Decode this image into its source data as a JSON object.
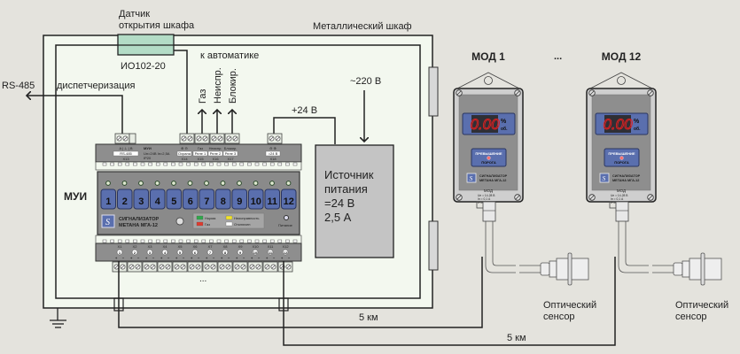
{
  "labels": {
    "door_sensor_caption_line1": "Датчик",
    "door_sensor_caption_line2": "открытия шкафа",
    "door_sensor_model": "ИО102-20",
    "cabinet": "Металлический шкаф",
    "rs485": "RS-485",
    "dispatch": "диспетчеризация",
    "to_automation": "к автоматике",
    "relay_gas": "Газ",
    "relay_fault": "Неиспр.",
    "relay_block": "Блокир.",
    "plus24": "+24 В",
    "mains": "~220 В",
    "mui": "МУИ",
    "psu_line1": "Источник",
    "psu_line2": "питания",
    "psu_line3": "=24 В",
    "psu_line4": "2,5 А",
    "ellipsis_bottom": "...",
    "ellipsis_top": "...",
    "dist1": "5 км",
    "dist2": "5 км"
  },
  "mui_unit": {
    "top_blocks": [
      {
        "head": "A | ⊥ | B",
        "name": "RS-485",
        "code": "X13"
      },
      {
        "head": "⊕  ⊖",
        "name": "Охрана",
        "code": "X14"
      },
      {
        "head": "Газ",
        "name": "Реле 1",
        "code": "X15"
      },
      {
        "head": "Неиспр.",
        "name": "Реле 2",
        "code": "X16"
      },
      {
        "head": "Блокир.",
        "name": "Реле 3",
        "code": "X17"
      },
      {
        "head": "⊖  ⊕",
        "name": "=24 В",
        "code": "X18"
      }
    ],
    "model_title": "МУИ",
    "model_spec1": "Uп=24В  Iп=2,5А",
    "model_spec2": "IP20",
    "channels": [
      "1",
      "2",
      "3",
      "4",
      "5",
      "6",
      "7",
      "8",
      "9",
      "10",
      "11",
      "12"
    ],
    "brand_line1": "СИГНАЛИЗАТОР",
    "brand_line2": "МЕТАНА МГА-12",
    "legend": [
      {
        "color": "#2fa84a",
        "text": "Норма"
      },
      {
        "color": "#e03a2e",
        "text": "Газ"
      },
      {
        "color": "#f2e32c",
        "text": "Неисправность"
      },
      {
        "color": "#ffffff",
        "text": "Отключен"
      }
    ],
    "power_label": "Питание",
    "bottom_terminals": [
      "X1",
      "X2",
      "X3",
      "X4",
      "X5",
      "X6",
      "X7",
      "X8",
      "X9",
      "X10",
      "X11",
      "X12"
    ]
  },
  "modules": [
    {
      "title": "МОД 1",
      "display": "0.00",
      "unit_line1": "%",
      "unit_line2": "об.",
      "alarm_line1": "ПРЕВЫШЕНИЕ",
      "alarm_line2": "ПОРОГА",
      "brand_line1": "СИГНАЛИЗАТОР",
      "brand_line2": "МЕТАНА МГА-12",
      "model": "МОД",
      "spec1": "Uп = 14-28 В",
      "spec2": "Iп = 0,1 А",
      "spec3": "IP54",
      "sensor_label_line1": "Оптический",
      "sensor_label_line2": "сенсор"
    },
    {
      "title": "МОД 12",
      "display": "0.00",
      "unit_line1": "%",
      "unit_line2": "об.",
      "alarm_line1": "ПРЕВЫШЕНИЕ",
      "alarm_line2": "ПОРОГА",
      "brand_line1": "СИГНАЛИЗАТОР",
      "brand_line2": "МЕТАНА МГА-12",
      "model": "МОД",
      "spec1": "Uп = 14-28 В",
      "spec2": "Iп = 0,1 А",
      "spec3": "IP54",
      "sensor_label_line1": "Оптический",
      "sensor_label_line2": "сенсор"
    }
  ],
  "colors": {
    "background": "#e4e3dd",
    "cabinet_fill": "#f3f8ef",
    "door_sensor": "#b3dcc6",
    "unit_gray": "#8e8e8e",
    "channel_blue": "#5a6fae",
    "display_red": "#e02020",
    "psu_gray": "#c4c4c4"
  }
}
